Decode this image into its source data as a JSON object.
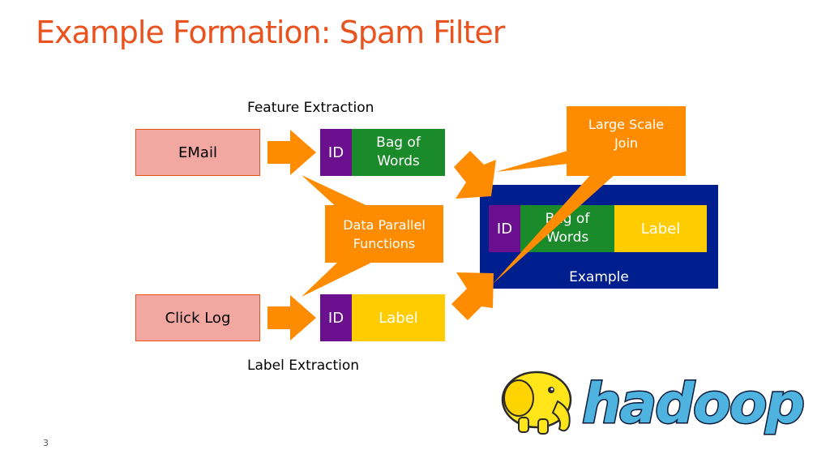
{
  "slide": {
    "title": "Example Formation: Spam Filter",
    "page_number": "3"
  },
  "captions": {
    "feature_extraction": "Feature Extraction",
    "label_extraction": "Label Extraction"
  },
  "sources": {
    "email": "EMail",
    "click_log": "Click Log"
  },
  "feature_record": {
    "id": "ID",
    "bag_of_words": "Bag of Words"
  },
  "label_record": {
    "id": "ID",
    "label": "Label"
  },
  "callouts": {
    "data_parallel": "Data Parallel Functions",
    "large_scale_join": "Large Scale Join"
  },
  "example": {
    "id": "ID",
    "bag_of_words": "Bag of Words",
    "label": "Label",
    "caption": "Example"
  },
  "logo": {
    "text": "hadoop",
    "name": "hadoop-elephant-logo"
  },
  "colors": {
    "title": "#e8531f",
    "arrow": "#ff8c00",
    "purple": "#6a0f8e",
    "green": "#1a8a2a",
    "yellow": "#ffcc00",
    "navy": "#001f8f",
    "source_fill": "#f2a7a1"
  }
}
